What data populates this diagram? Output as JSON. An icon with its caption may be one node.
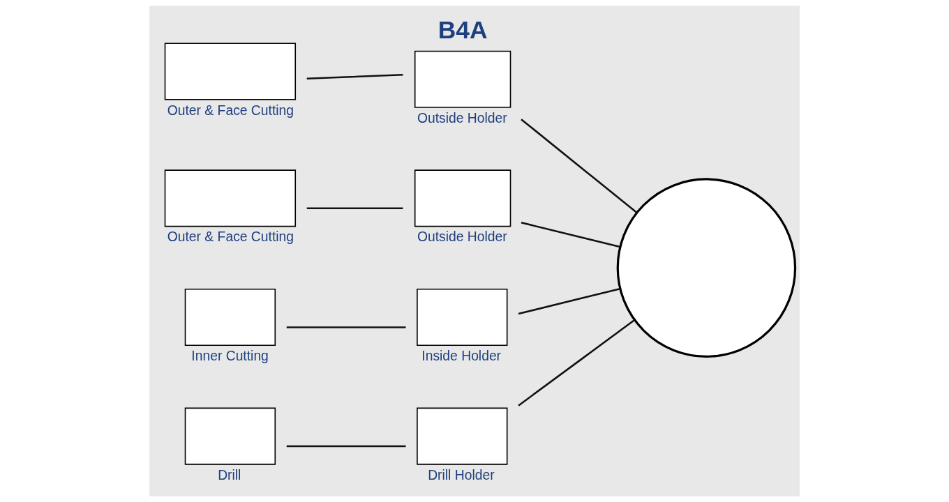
{
  "diagram": {
    "nodes": [
      {
        "text": [],
        "shape": "box",
        "beside": [
          "B4A",
          "Outside Holder"
        ]
      },
      {
        "text": [],
        "shape": "box",
        "beside": [
          "Outer & Face Cutting"
        ]
      },
      {
        "text": [],
        "shape": "box",
        "beside": [
          "Outside Holder"
        ]
      },
      {
        "text": [],
        "shape": "box",
        "beside": [
          "Outer & Face Cutting"
        ]
      },
      {
        "text": [],
        "shape": "box",
        "beside": [
          "Inside Holder"
        ]
      },
      {
        "text": [],
        "shape": "box",
        "beside": [
          "Inner Cutting"
        ]
      },
      {
        "text": [],
        "shape": "box",
        "beside": [
          "Drill Holder"
        ]
      },
      {
        "text": [],
        "shape": "box",
        "beside": [
          "Drill"
        ]
      },
      {
        "text": [],
        "shape": "circle"
      }
    ],
    "edges": [
      {
        "from": 1,
        "to": 0,
        "arrow": "none"
      },
      {
        "from": 3,
        "to": 2,
        "arrow": "none"
      },
      {
        "from": 5,
        "to": 4,
        "arrow": "none"
      },
      {
        "from": 7,
        "to": 6,
        "arrow": "none"
      },
      {
        "from": 0,
        "to": 8,
        "arrow": "none"
      },
      {
        "from": 2,
        "to": 8,
        "arrow": "none"
      },
      {
        "from": 4,
        "to": 8,
        "arrow": "none"
      },
      {
        "from": 6,
        "to": 8,
        "arrow": "none"
      }
    ]
  }
}
